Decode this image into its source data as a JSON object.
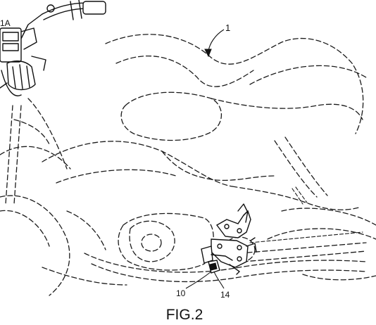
{
  "figure": {
    "caption": "FIG.2",
    "reference_numerals": {
      "vehicle": "1",
      "handlebar_unit": "1A",
      "pedal_assembly": "10",
      "footrest_linkage": "14"
    }
  }
}
